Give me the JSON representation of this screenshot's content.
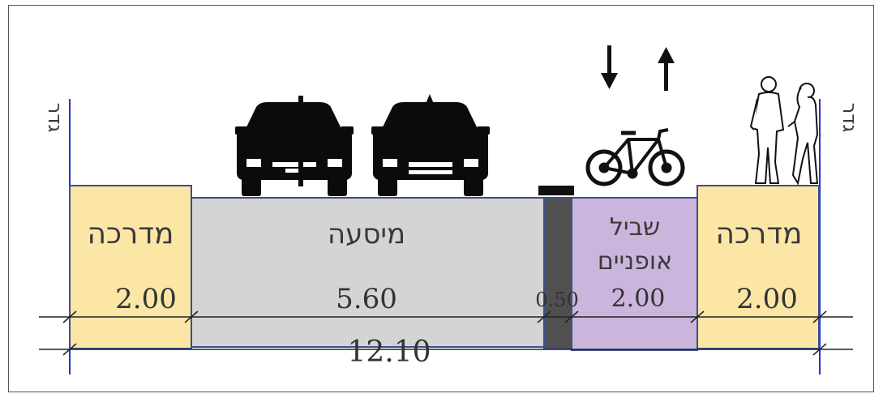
{
  "fence_left": "גדר",
  "fence_right": "גדר",
  "segments": {
    "sidewalk_left": {
      "label": "מדרכה",
      "width": "2.00"
    },
    "roadway": {
      "label": "מיסעה",
      "width": "5.60"
    },
    "separator": {
      "width": "0.50"
    },
    "bike_path": {
      "label_line1": "שביל",
      "label_line2": "אופניים",
      "width": "2.00"
    },
    "sidewalk_right": {
      "label": "מדרכה",
      "width": "2.00"
    }
  },
  "total_width": "12.10",
  "colors": {
    "sidewalk": "#fbe6a6",
    "roadway": "#d4d4d4",
    "separator": "#505050",
    "bike_path": "#cbb5dc",
    "outline": "#3a4f8c",
    "fence": "#2233cc"
  },
  "icons": [
    "car-icon",
    "car-icon",
    "arrow-down-icon",
    "arrow-up-icon",
    "bicycle-icon",
    "pedestrians-icon"
  ]
}
